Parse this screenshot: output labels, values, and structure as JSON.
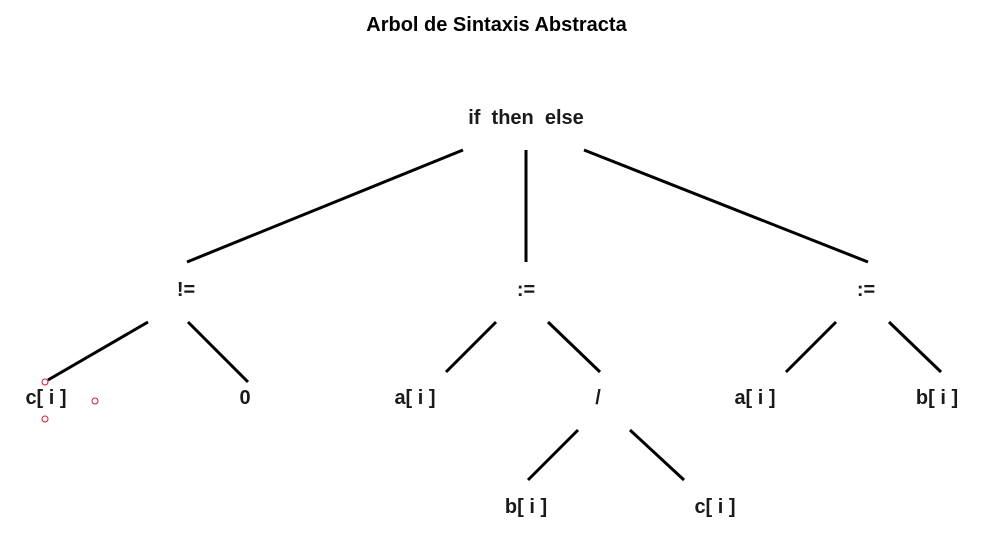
{
  "title": "Arbol de Sintaxis Abstracta",
  "nodes": {
    "root": "if  then  else",
    "neq": "!=",
    "assign1": ":=",
    "assign2": ":=",
    "ci": "c[ i ]",
    "zero": "0",
    "ai1": "a[ i ]",
    "div": "/",
    "ai2": "a[ i ]",
    "bi1": "b[ i ]",
    "bi2": "b[ i ]",
    "ci2": "c[ i ]"
  },
  "colors": {
    "edge": "#000000",
    "text": "#1a1a1a",
    "marker": "#d01b3a"
  }
}
